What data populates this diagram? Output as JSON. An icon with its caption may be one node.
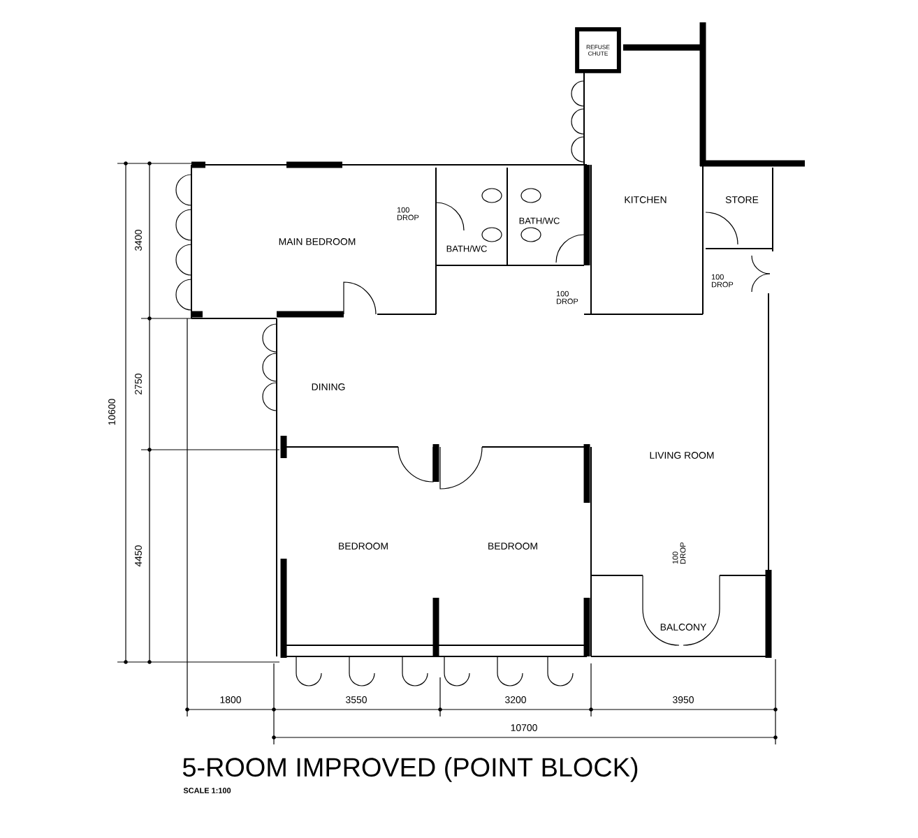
{
  "diagram": {
    "title": "5-ROOM IMPROVED (POINT BLOCK)",
    "caption": "SCALE 1:100",
    "nodes": [
      {
        "text": [
          "REFUSE CHUTE"
        ]
      },
      {
        "text": [
          "MAIN BEDROOM"
        ]
      },
      {
        "text": [
          "BATH/WC"
        ]
      },
      {
        "text": [
          "BATH/WC"
        ]
      },
      {
        "text": [
          "KITCHEN"
        ]
      },
      {
        "text": [
          "STORE"
        ]
      },
      {
        "text": [
          "DINING"
        ]
      },
      {
        "text": [
          "LIVING ROOM"
        ]
      },
      {
        "text": [
          "BEDROOM"
        ]
      },
      {
        "text": [
          "BEDROOM"
        ]
      },
      {
        "text": [
          "BALCONY"
        ]
      }
    ],
    "labels": [
      "100 DROP",
      "100 DROP",
      "100 DROP",
      "3400",
      "2750",
      "10600",
      "4450",
      "100 DROP",
      "1800",
      "3550",
      "3200",
      "3950",
      "10700"
    ]
  }
}
